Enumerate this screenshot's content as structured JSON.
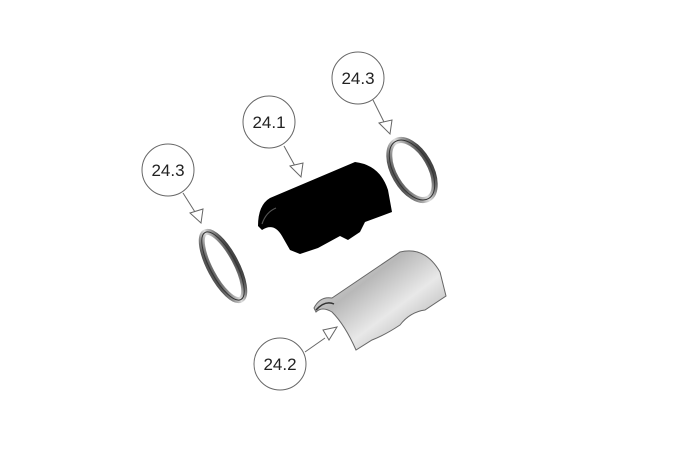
{
  "diagram": {
    "callouts": [
      {
        "id": "left-ring",
        "label": "24.3"
      },
      {
        "id": "inner-shell",
        "label": "24.1"
      },
      {
        "id": "right-ring",
        "label": "24.3"
      },
      {
        "id": "outer-shell",
        "label": "24.2"
      }
    ],
    "colors": {
      "callout_stroke": "#555555",
      "inner_shell": "#000000",
      "outer_shell": "#c8c8c8"
    }
  }
}
